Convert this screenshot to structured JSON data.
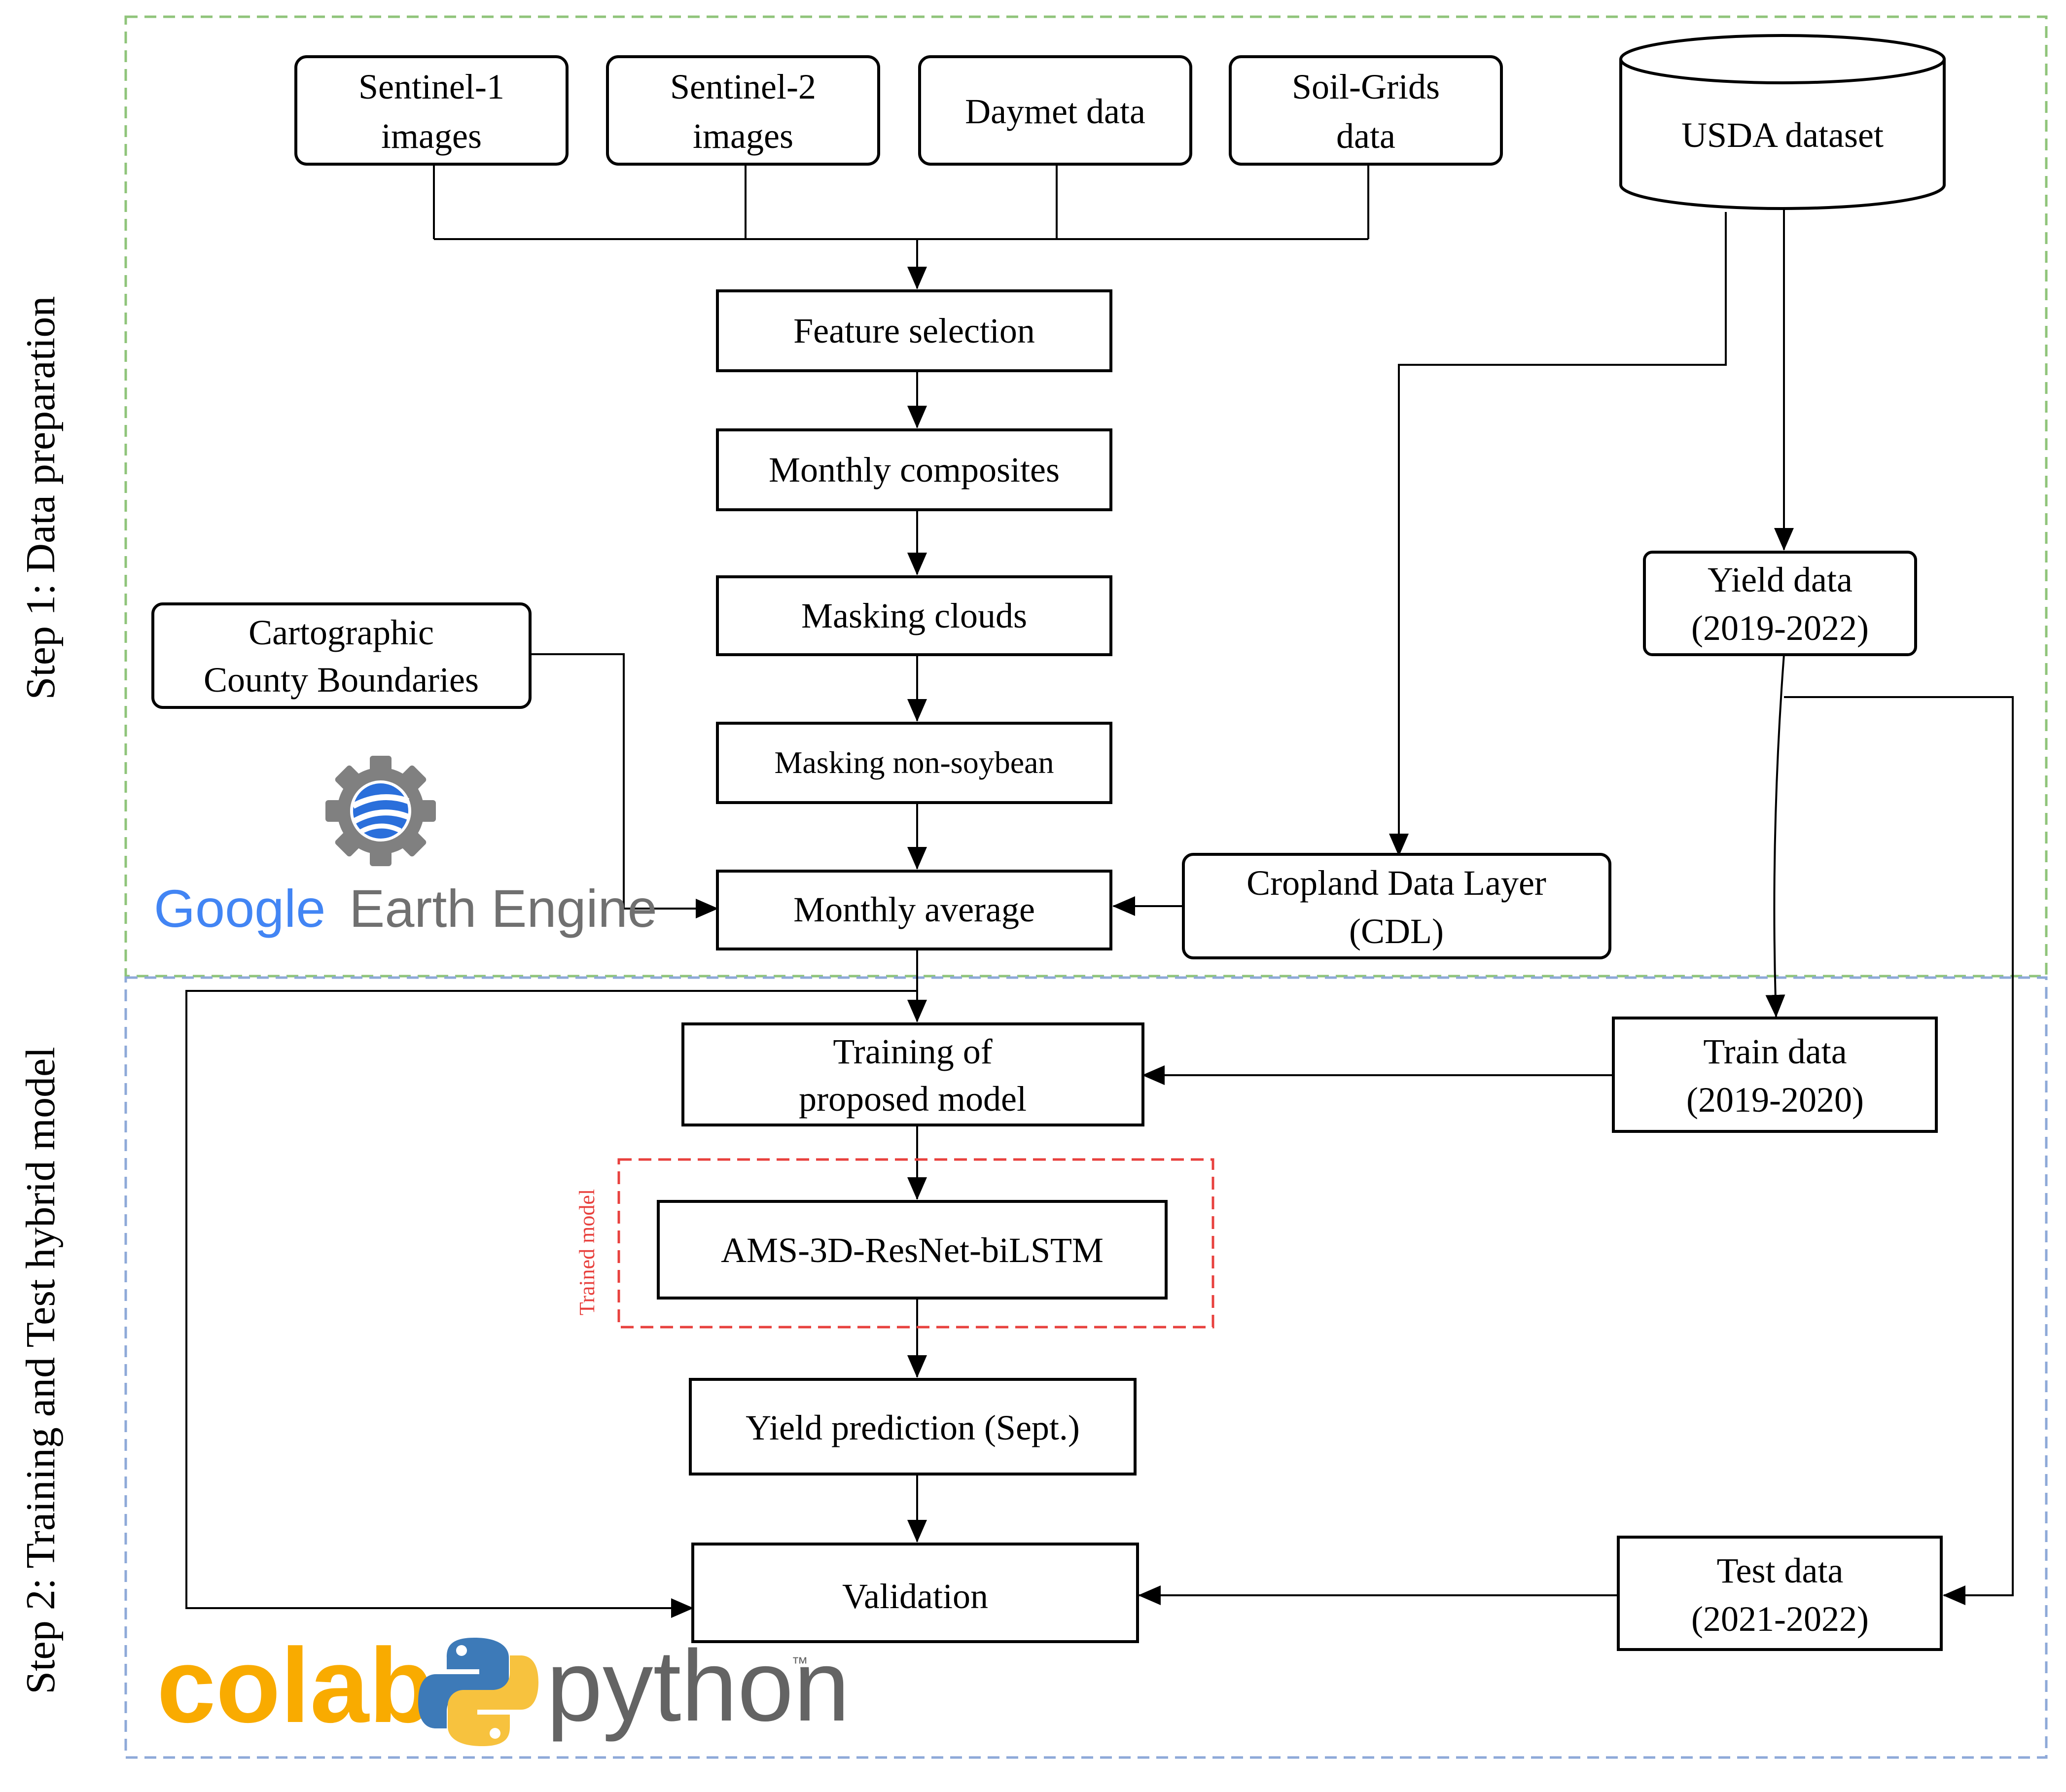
{
  "sections": {
    "step1": {
      "label": "Step 1: Data preparation",
      "color": "#8fc47a"
    },
    "step2": {
      "label": "Step 2: Training and Test hybrid model",
      "color": "#8ea9d8"
    }
  },
  "nodes": {
    "sentinel1": {
      "line1": "Sentinel-1",
      "line2": "images"
    },
    "sentinel2": {
      "line1": "Sentinel-2",
      "line2": "images"
    },
    "daymet": {
      "line1": "Daymet data"
    },
    "soilgrids": {
      "line1": "Soil-Grids",
      "line2": "data"
    },
    "usda": {
      "line1": "USDA dataset"
    },
    "feature_selection": {
      "line1": "Feature selection"
    },
    "monthly_composites": {
      "line1": "Monthly composites"
    },
    "masking_clouds": {
      "line1": "Masking clouds"
    },
    "masking_nonsoy": {
      "line1": "Masking non-soybean"
    },
    "monthly_average": {
      "line1": "Monthly average"
    },
    "county_boundaries": {
      "line1": "Cartographic",
      "line2": "County Boundaries"
    },
    "cdl": {
      "line1": "Cropland Data Layer",
      "line2": "(CDL)"
    },
    "yield_data": {
      "line1": "Yield data",
      "line2": "(2019-2022)"
    },
    "training": {
      "line1": "Training of",
      "line2": "proposed model"
    },
    "train_data": {
      "line1": "Train data",
      "line2": "(2019-2020)"
    },
    "ams_model": {
      "line1": "AMS-3D-ResNet-biLSTM"
    },
    "yield_prediction": {
      "line1": "Yield prediction (Sept.)"
    },
    "validation": {
      "line1": "Validation"
    },
    "test_data": {
      "line1": "Test data",
      "line2": "(2021-2022)"
    }
  },
  "trained_model_label": "Trained model",
  "trained_model_color": "#e8413e",
  "logos": {
    "gee": {
      "word1": "Google",
      "word2": "Earth Engine",
      "icon": "earth-engine-gear-globe-icon"
    },
    "colab": {
      "text": "colab",
      "color": "#f9ab00"
    },
    "python": {
      "text": "python",
      "tm": "™",
      "color": "#646464",
      "icon": "python-snakes-icon"
    }
  }
}
